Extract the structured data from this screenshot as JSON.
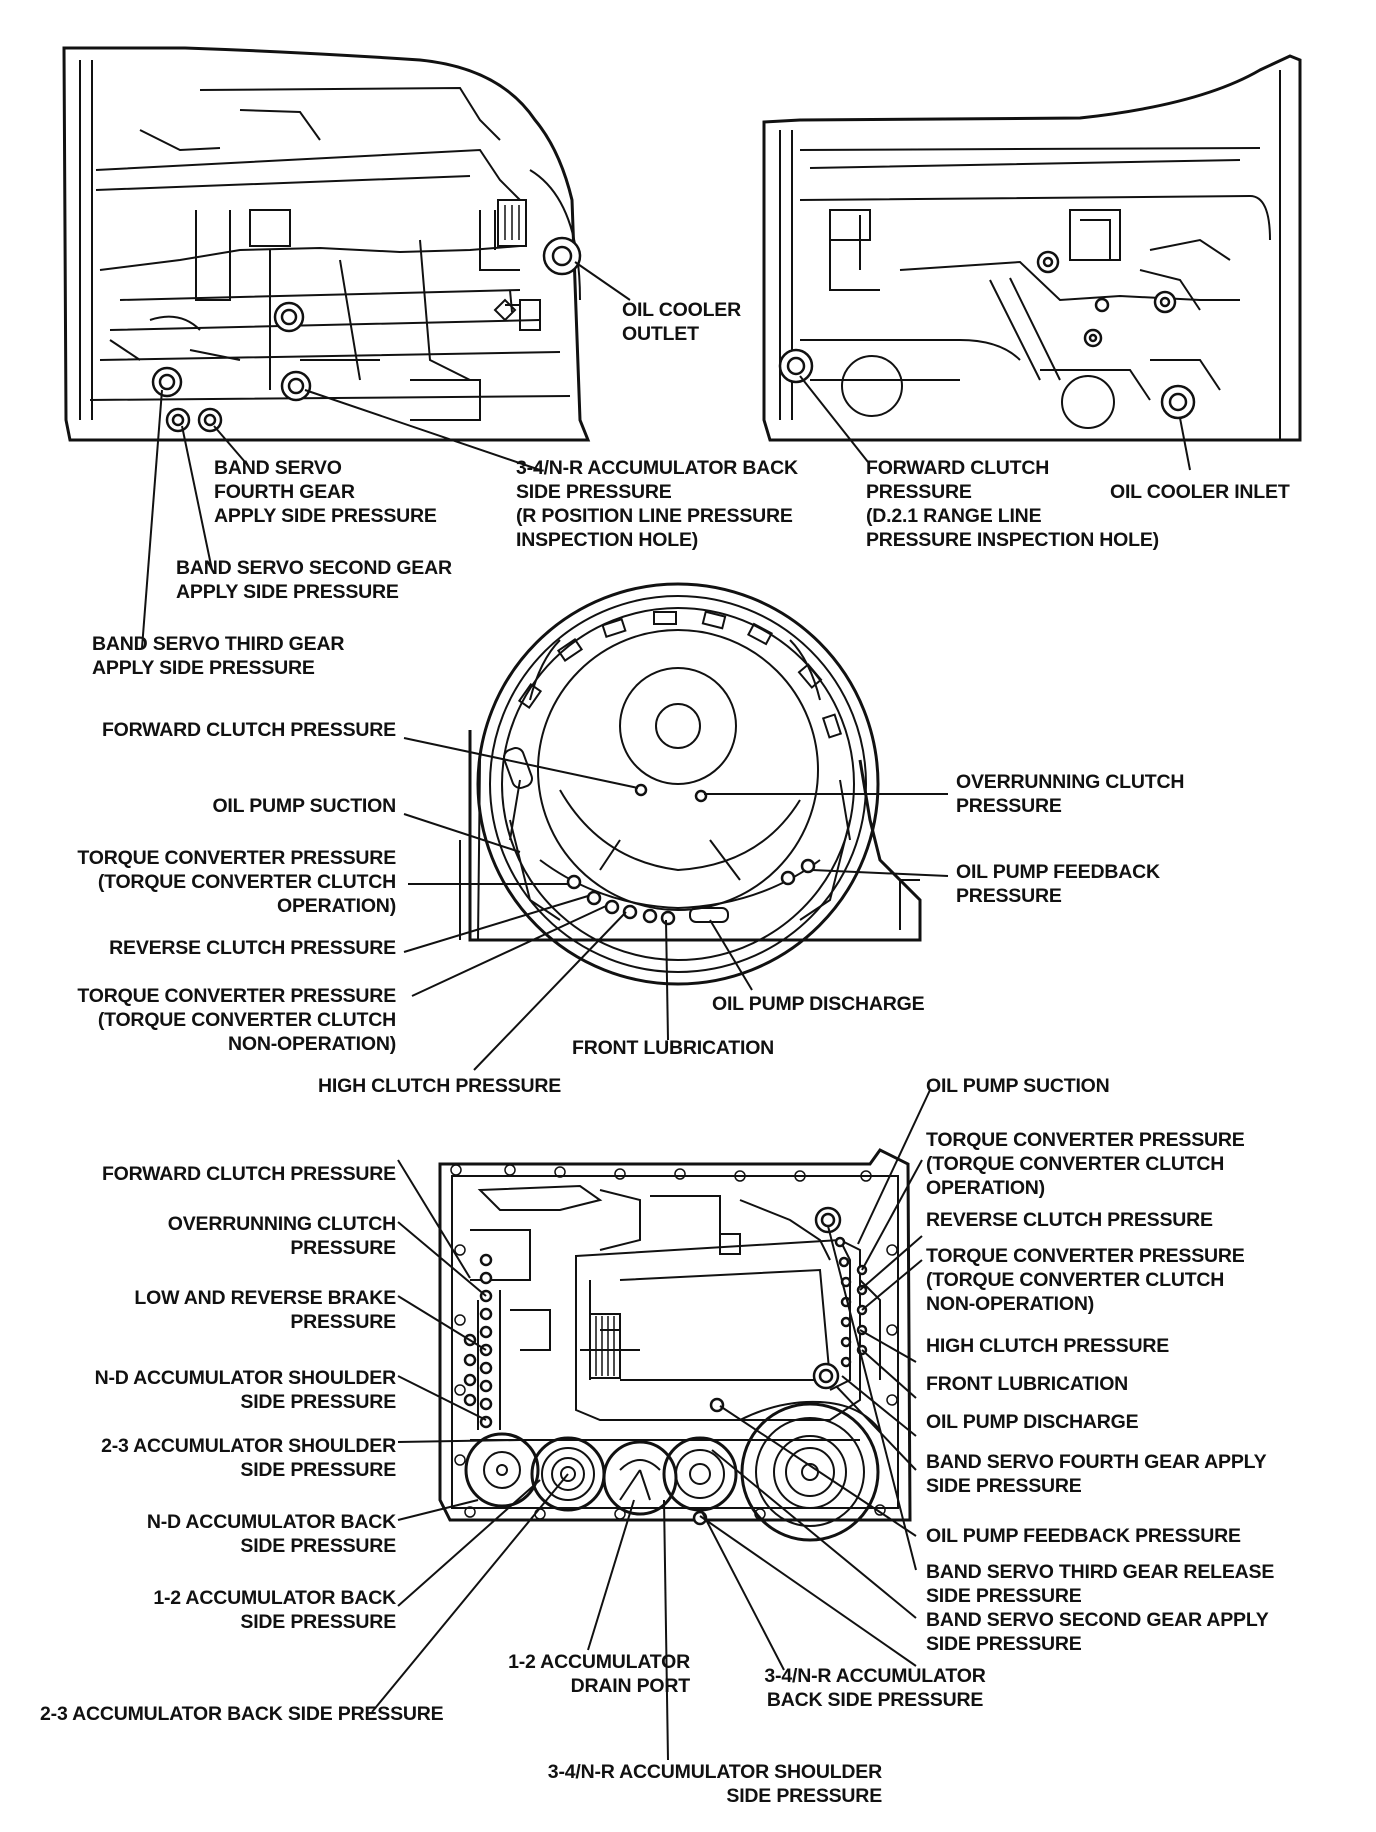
{
  "top_left_labels": {
    "oil_cooler_outlet": [
      "OIL COOLER",
      "OUTLET"
    ],
    "band_servo_fourth": [
      "BAND SERVO",
      "FOURTH GEAR",
      "APPLY SIDE PRESSURE"
    ],
    "accum_34nr_back": [
      "3-4/N-R ACCUMULATOR BACK",
      "SIDE PRESSURE",
      "(R POSITION LINE PRESSURE",
      "INSPECTION HOLE)"
    ],
    "band_servo_second": [
      "BAND SERVO SECOND GEAR",
      "APPLY SIDE PRESSURE"
    ],
    "band_servo_third": [
      "BAND SERVO THIRD GEAR",
      "APPLY SIDE PRESSURE"
    ]
  },
  "top_right_labels": {
    "forward_clutch": [
      "FORWARD CLUTCH",
      "PRESSURE",
      "(D.2.1 RANGE LINE",
      "PRESSURE INSPECTION HOLE)"
    ],
    "oil_cooler_inlet": [
      "OIL COOLER INLET"
    ]
  },
  "middle_labels": {
    "forward_clutch": [
      "FORWARD CLUTCH PRESSURE"
    ],
    "oil_pump_suction": [
      "OIL PUMP SUCTION"
    ],
    "tc_operation": [
      "TORQUE CONVERTER PRESSURE",
      "(TORQUE CONVERTER CLUTCH",
      "OPERATION)"
    ],
    "reverse_clutch": [
      "REVERSE CLUTCH PRESSURE"
    ],
    "tc_non_operation": [
      "TORQUE CONVERTER PRESSURE",
      "(TORQUE CONVERTER CLUTCH",
      "NON-OPERATION)"
    ],
    "high_clutch": [
      "HIGH CLUTCH PRESSURE"
    ],
    "front_lubrication": [
      "FRONT LUBRICATION"
    ],
    "oil_pump_discharge": [
      "OIL PUMP DISCHARGE"
    ],
    "overrunning_clutch": [
      "OVERRUNNING CLUTCH",
      "PRESSURE"
    ],
    "oil_pump_feedback": [
      "OIL PUMP FEEDBACK",
      "PRESSURE"
    ]
  },
  "bottom_left_labels": {
    "forward_clutch": [
      "FORWARD CLUTCH PRESSURE"
    ],
    "overrunning_clutch": [
      "OVERRUNNING CLUTCH",
      "PRESSURE"
    ],
    "low_reverse_brake": [
      "LOW AND REVERSE BRAKE",
      "PRESSURE"
    ],
    "nd_shoulder": [
      "N-D ACCUMULATOR SHOULDER",
      "SIDE PRESSURE"
    ],
    "acc23_shoulder": [
      "2-3 ACCUMULATOR SHOULDER",
      "SIDE PRESSURE"
    ],
    "nd_back": [
      "N-D ACCUMULATOR BACK",
      "SIDE PRESSURE"
    ],
    "acc12_back": [
      "1-2 ACCUMULATOR BACK",
      "SIDE PRESSURE"
    ],
    "acc12_drain": [
      "1-2 ACCUMULATOR",
      "DRAIN PORT"
    ],
    "acc23_back": [
      "2-3 ACCUMULATOR BACK SIDE PRESSURE"
    ],
    "acc34_back": [
      "3-4/N-R ACCUMULATOR",
      "BACK SIDE PRESSURE"
    ],
    "acc34_shoulder": [
      "3-4/N-R ACCUMULATOR SHOULDER",
      "SIDE PRESSURE"
    ]
  },
  "bottom_right_labels": {
    "oil_pump_suction": [
      "OIL PUMP SUCTION"
    ],
    "tc_operation": [
      "TORQUE CONVERTER PRESSURE",
      "(TORQUE CONVERTER CLUTCH",
      "OPERATION)"
    ],
    "reverse_clutch": [
      "REVERSE CLUTCH PRESSURE"
    ],
    "tc_non_operation": [
      "TORQUE CONVERTER PRESSURE",
      "(TORQUE CONVERTER CLUTCH",
      "NON-OPERATION)"
    ],
    "high_clutch": [
      "HIGH CLUTCH PRESSURE"
    ],
    "front_lubrication": [
      "FRONT LUBRICATION"
    ],
    "oil_pump_discharge": [
      "OIL PUMP DISCHARGE"
    ],
    "band_servo_fourth": [
      "BAND SERVO FOURTH GEAR APPLY",
      "SIDE PRESSURE"
    ],
    "oil_pump_feedback": [
      "OIL PUMP FEEDBACK PRESSURE"
    ],
    "band_servo_third_release": [
      "BAND SERVO THIRD GEAR RELEASE",
      "SIDE PRESSURE"
    ],
    "band_servo_second": [
      "BAND SERVO SECOND GEAR APPLY",
      "SIDE PRESSURE"
    ]
  }
}
